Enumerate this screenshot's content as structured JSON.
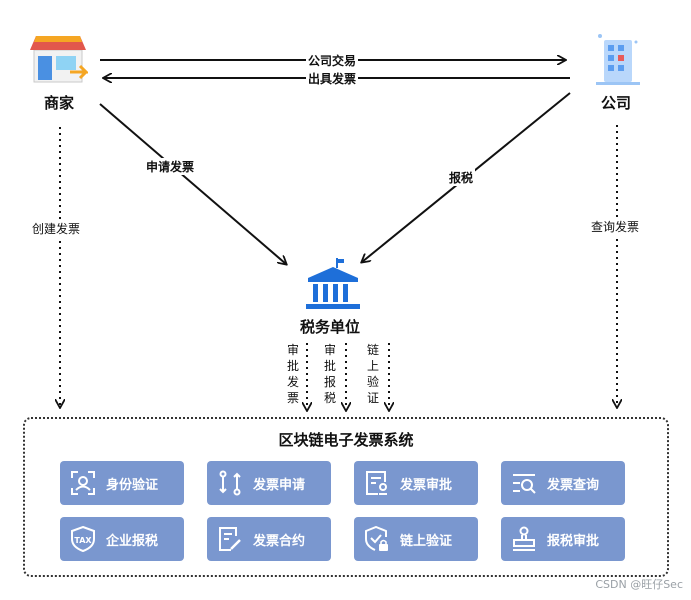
{
  "nodes": {
    "merchant": {
      "label": "商家",
      "icon": "storefront-icon"
    },
    "company": {
      "label": "公司",
      "icon": "office-building-icon"
    },
    "tax_office": {
      "label": "税务单位",
      "icon": "government-building-icon"
    }
  },
  "edges": {
    "company_trade": "公司交易",
    "issue_invoice": "出具发票",
    "apply_invoice": "申请发票",
    "tax_report": "报税",
    "create_invoice": "创建发票",
    "query_invoice": "查询发票",
    "review": [
      "审",
      "批",
      "发",
      "票"
    ],
    "review_tax": [
      "审",
      "批",
      "报",
      "税"
    ],
    "chain_verify": [
      "链",
      "上",
      "验",
      "证"
    ]
  },
  "system": {
    "title": "区块链电子发票系统",
    "modules": [
      {
        "label": "身份验证",
        "icon": "identity-scan-icon"
      },
      {
        "label": "发票申请",
        "icon": "flow-switch-icon"
      },
      {
        "label": "发票审批",
        "icon": "invoice-approval-icon"
      },
      {
        "label": "发票查询",
        "icon": "search-list-icon"
      },
      {
        "label": "企业报税",
        "icon": "tax-shield-icon"
      },
      {
        "label": "发票合约",
        "icon": "contract-edit-icon"
      },
      {
        "label": "链上验证",
        "icon": "shield-lock-icon"
      },
      {
        "label": "报税审批",
        "icon": "stamp-icon"
      }
    ]
  },
  "colors": {
    "accent": "#1e6fd9",
    "module_bg": "#7a97cf"
  },
  "watermark": "CSDN @旺仔Sec"
}
